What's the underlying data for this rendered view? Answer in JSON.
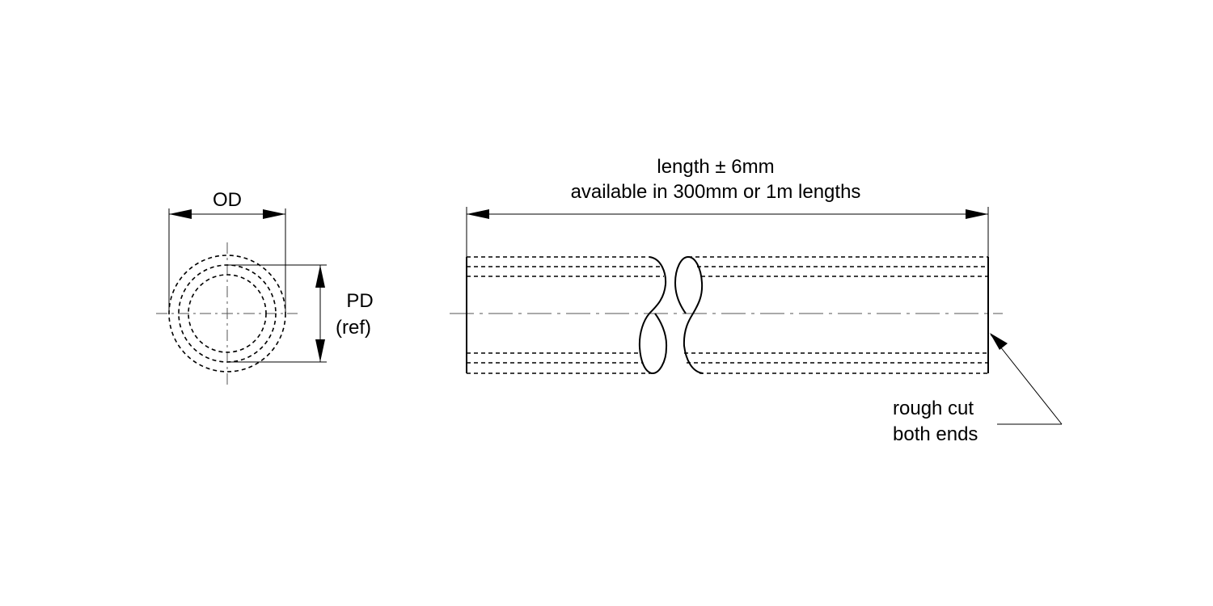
{
  "end_view": {
    "od_label": "OD",
    "pd_label_line1": "PD",
    "pd_label_line2": "(ref)"
  },
  "side_view": {
    "length_label": "length ± 6mm",
    "availability_label": "available in 300mm or 1m lengths",
    "note_line1": "rough cut",
    "note_line2": "both ends"
  }
}
